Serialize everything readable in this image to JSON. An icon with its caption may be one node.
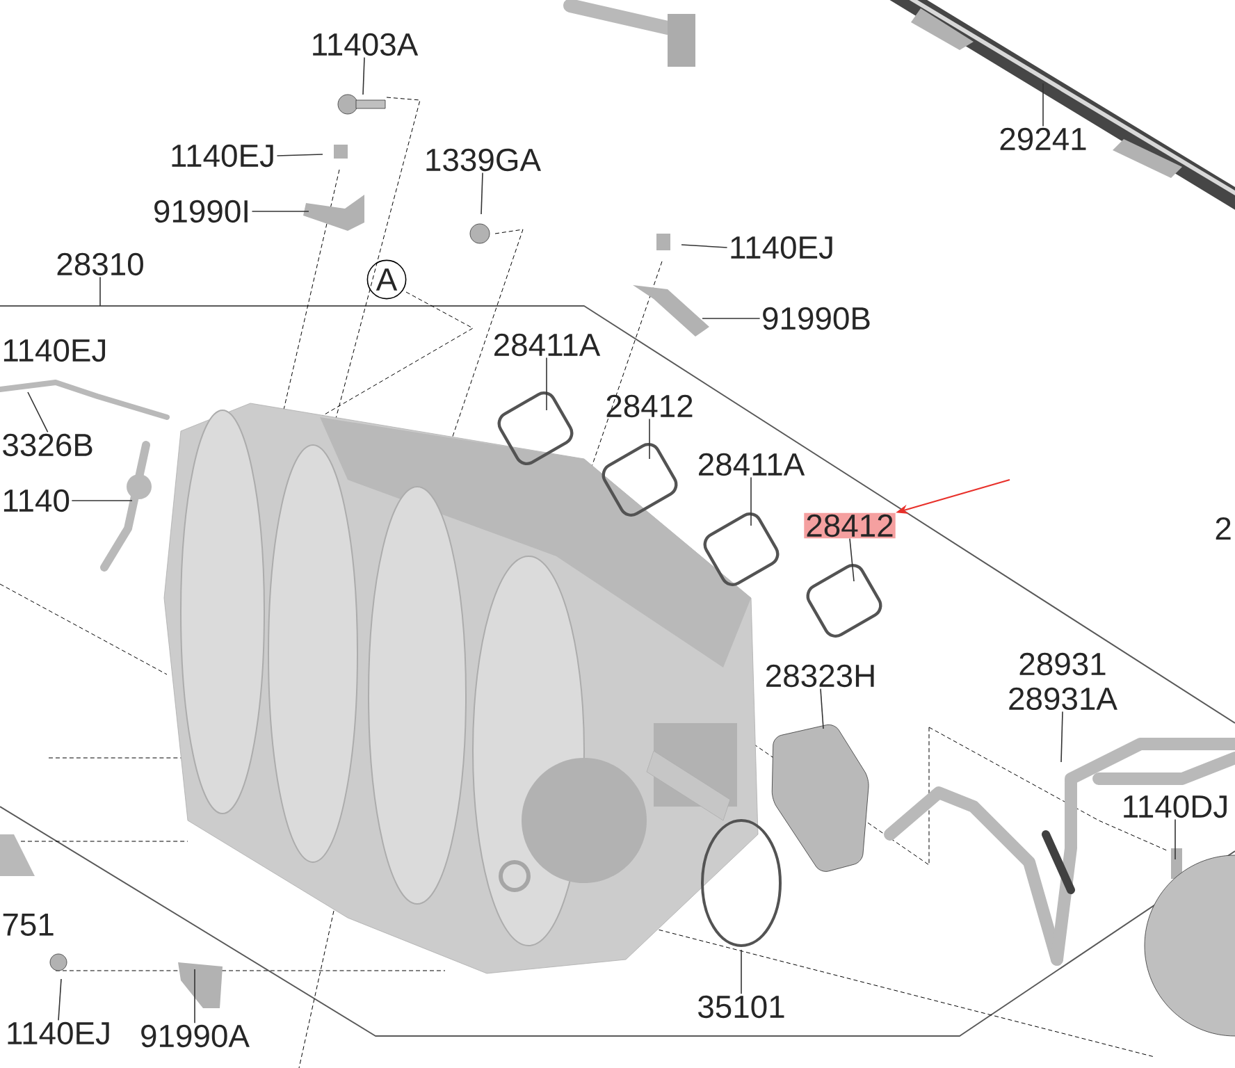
{
  "diagram": {
    "nodes": [
      {
        "text": [
          "11403A"
        ]
      },
      {
        "text": [
          "1140EJ"
        ]
      },
      {
        "text": [
          "91990I"
        ]
      },
      {
        "text": [
          "1339GA"
        ]
      },
      {
        "text": [
          "28310"
        ]
      },
      {
        "text": [
          "A"
        ]
      },
      {
        "text": [
          "28411A"
        ]
      },
      {
        "text": [
          "28412"
        ]
      },
      {
        "text": [
          "28411A"
        ]
      },
      {
        "text": [
          "28412"
        ]
      },
      {
        "text": [
          "1140EJ"
        ]
      },
      {
        "text": [
          "91990B"
        ]
      },
      {
        "text": [
          "29241"
        ]
      },
      {
        "text": [
          "28323H"
        ]
      },
      {
        "text": [
          "28931",
          "28931A"
        ]
      },
      {
        "text": [
          "1140DJ"
        ]
      },
      {
        "text": [
          "35101"
        ]
      },
      {
        "text": [
          "1140EJ"
        ]
      },
      {
        "text": [
          "91990A"
        ]
      },
      {
        "text": [
          "3326B"
        ]
      },
      {
        "text": [
          "1140"
        ]
      }
    ],
    "edges": [
      {
        "from": 0,
        "to": null,
        "arrow": "none"
      },
      {
        "from": 1,
        "to": null,
        "arrow": "none"
      },
      {
        "from": 2,
        "to": null,
        "arrow": "none"
      },
      {
        "from": 3,
        "to": null,
        "arrow": "none"
      },
      {
        "from": 4,
        "to": null,
        "arrow": "none"
      },
      {
        "from": 6,
        "to": null,
        "arrow": "none"
      },
      {
        "from": 7,
        "to": null,
        "arrow": "none"
      },
      {
        "from": 8,
        "to": null,
        "arrow": "none"
      },
      {
        "from": 9,
        "to": null,
        "arrow": "none"
      },
      {
        "from": 10,
        "to": null,
        "arrow": "none"
      },
      {
        "from": 11,
        "to": null,
        "arrow": "none"
      },
      {
        "from": 12,
        "to": null,
        "arrow": "none"
      },
      {
        "from": 13,
        "to": null,
        "arrow": "none"
      },
      {
        "from": 14,
        "to": null,
        "arrow": "none"
      },
      {
        "from": 15,
        "to": null,
        "arrow": "none"
      },
      {
        "from": 16,
        "to": null,
        "arrow": "none"
      },
      {
        "from": 17,
        "to": null,
        "arrow": "none"
      },
      {
        "from": 18,
        "to": null,
        "arrow": "none"
      },
      {
        "from": 19,
        "to": null,
        "arrow": "none"
      },
      {
        "from": 20,
        "to": null,
        "arrow": "none"
      },
      {
        "from": null,
        "to": 9,
        "arrow": "to",
        "color": "#e8302a"
      }
    ],
    "labels": [
      "1140EJ",
      "751",
      "2"
    ]
  }
}
